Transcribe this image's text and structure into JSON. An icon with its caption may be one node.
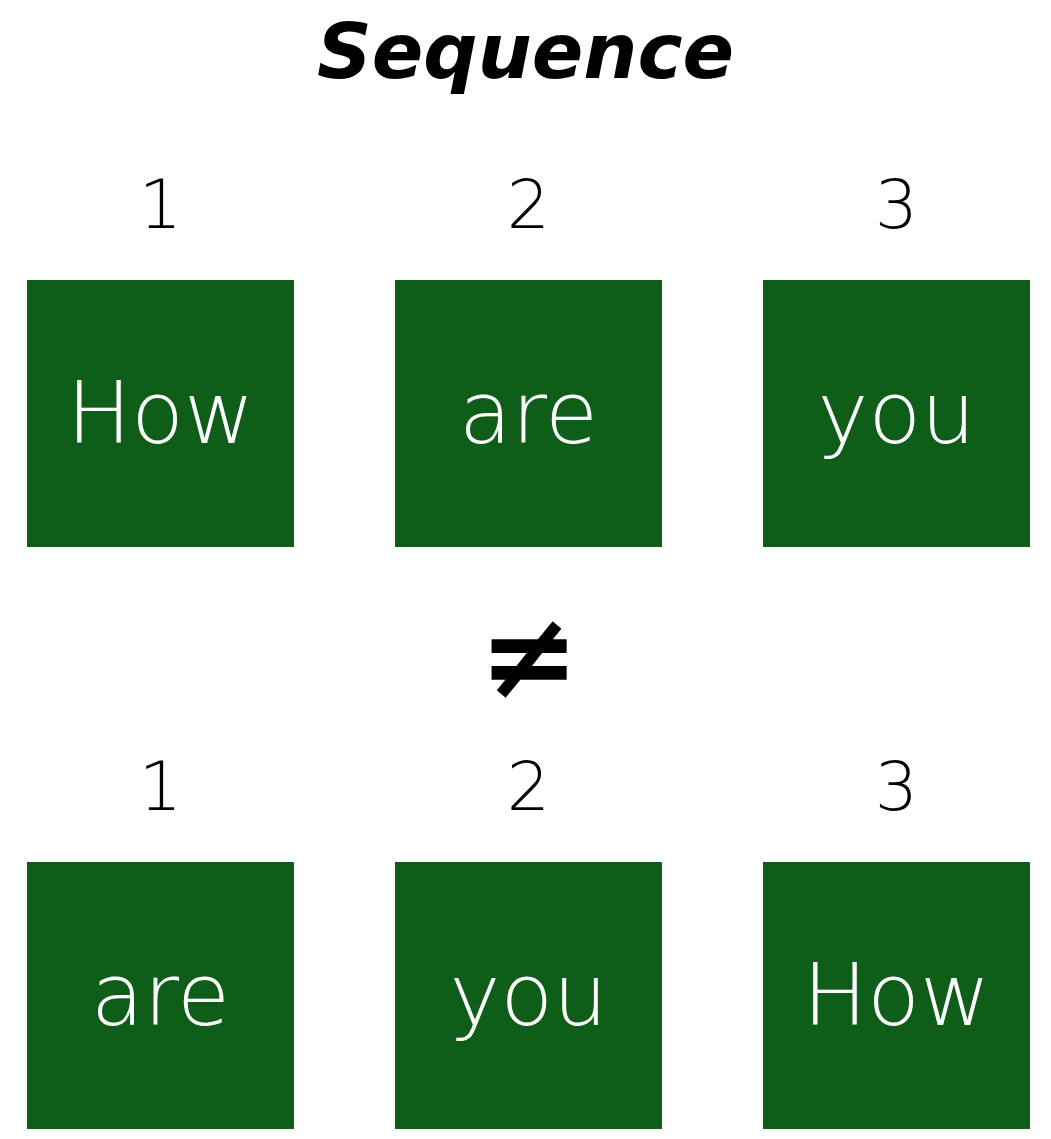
{
  "diagram": {
    "title": "Sequence",
    "nodes": [
      {
        "text": [
          "How"
        ],
        "beside": [
          "1"
        ]
      },
      {
        "text": [
          "are"
        ],
        "beside": [
          "2"
        ]
      },
      {
        "text": [
          "you"
        ],
        "beside": [
          "3"
        ]
      },
      {
        "text": [
          "are"
        ],
        "beside": [
          "1"
        ]
      },
      {
        "text": [
          "you"
        ],
        "beside": [
          "2"
        ]
      },
      {
        "text": [
          "How"
        ],
        "beside": [
          "3"
        ]
      }
    ],
    "labels": [
      "≠"
    ]
  }
}
